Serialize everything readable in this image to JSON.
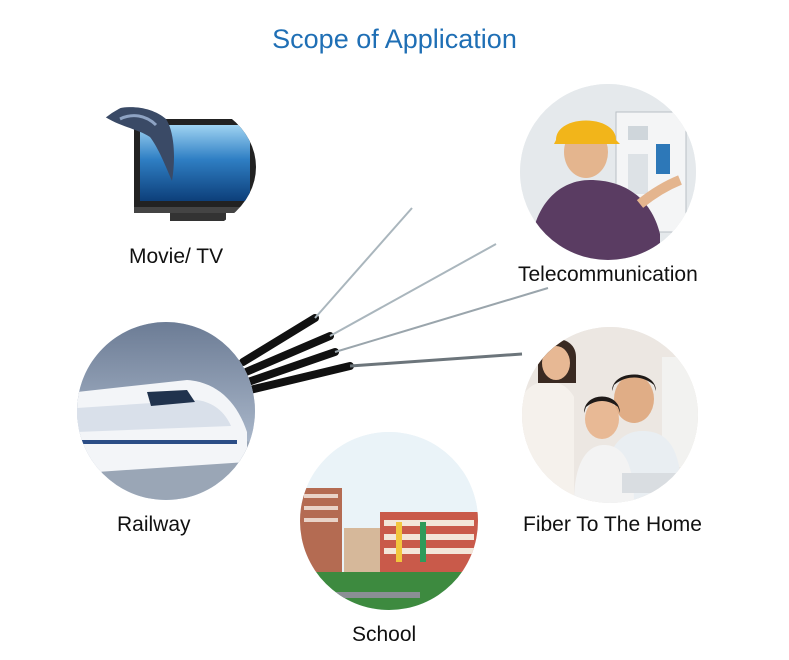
{
  "title": "Scope of Application",
  "applications": [
    {
      "label": "Movie/ TV",
      "icon": "tv-icon"
    },
    {
      "label": "Telecommunication",
      "icon": "technician-photo"
    },
    {
      "label": "Railway",
      "icon": "train-photo"
    },
    {
      "label": "School",
      "icon": "school-photo"
    },
    {
      "label": "Fiber To The Home",
      "icon": "family-photo"
    }
  ],
  "colors": {
    "title": "#1f6fb5",
    "cable_jacket": "#111111",
    "fiber": "#b9c6cf"
  }
}
